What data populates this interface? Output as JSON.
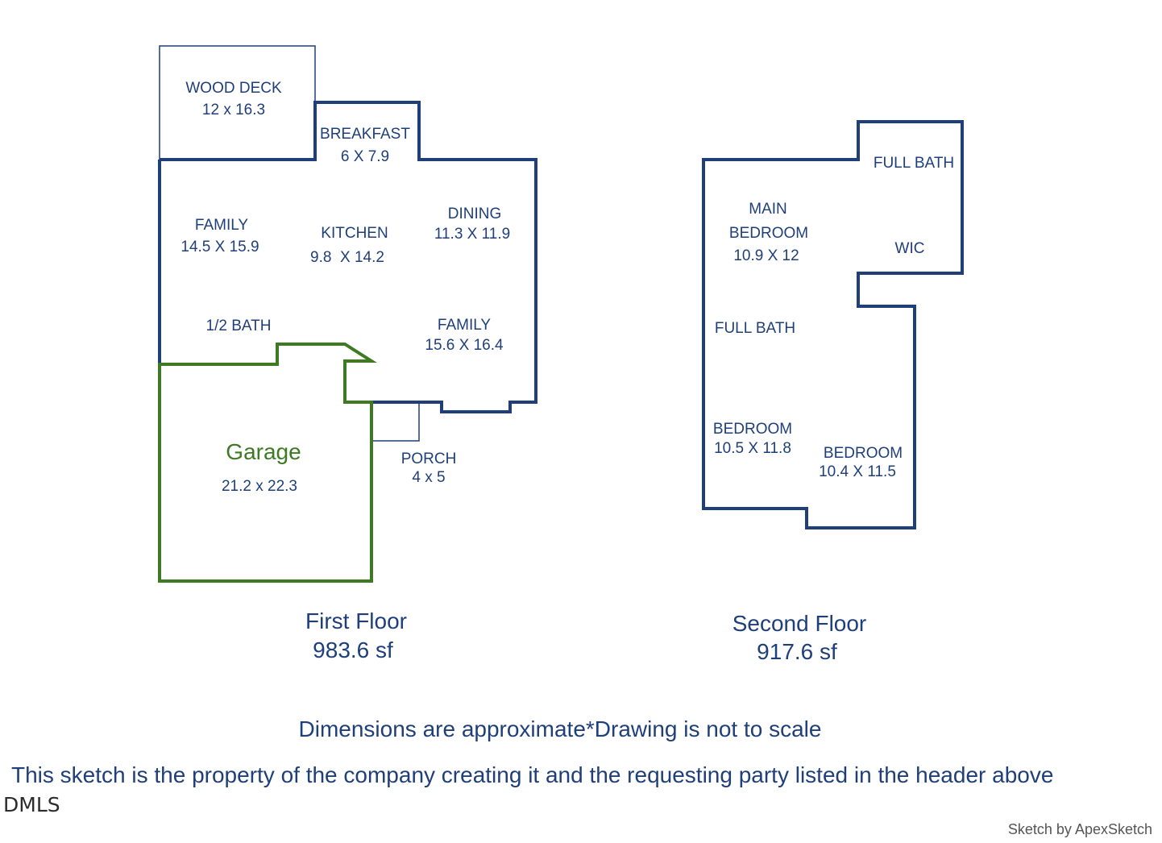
{
  "colors": {
    "wall": "#1f3f7a",
    "garage": "#3d7a22",
    "background": "#ffffff"
  },
  "first_floor": {
    "title": "First Floor",
    "area": "983.6 sf",
    "rooms": {
      "wood_deck": {
        "name": "WOOD DECK",
        "size": "12 x 16.3"
      },
      "breakfast": {
        "name": "BREAKFAST",
        "size": "6 X 7.9"
      },
      "family_left": {
        "name": "FAMILY",
        "size": "14.5 X 15.9"
      },
      "kitchen": {
        "name": "KITCHEN",
        "size": "9.8  X 14.2"
      },
      "dining": {
        "name": "DINING",
        "size": "11.3 X 11.9"
      },
      "half_bath": {
        "name": "1/2 BATH"
      },
      "family_right": {
        "name": "FAMILY",
        "size": "15.6 X 16.4"
      },
      "garage": {
        "name": "Garage",
        "size": "21.2 x 22.3"
      },
      "porch": {
        "name": "PORCH",
        "size": "4 x 5"
      }
    }
  },
  "second_floor": {
    "title": "Second Floor",
    "area": "917.6 sf",
    "rooms": {
      "full_bath_upper": {
        "name": "FULL BATH"
      },
      "main_bedroom": {
        "name_line1": "MAIN",
        "name_line2": "BEDROOM",
        "size": "10.9 X 12"
      },
      "wic": {
        "name": "WIC"
      },
      "full_bath_lower": {
        "name": "FULL BATH"
      },
      "bedroom_left": {
        "name": "BEDROOM",
        "size": "10.5 X 11.8"
      },
      "bedroom_right": {
        "name": "BEDROOM",
        "size": "10.4 X 11.5"
      }
    }
  },
  "notes": {
    "dimensions": "Dimensions are approximate*Drawing is not to scale",
    "property": "This sketch is the property of the company creating it and the requesting party listed in the header above"
  },
  "watermark": "DMLS",
  "credit": "Sketch by ApexSketch"
}
